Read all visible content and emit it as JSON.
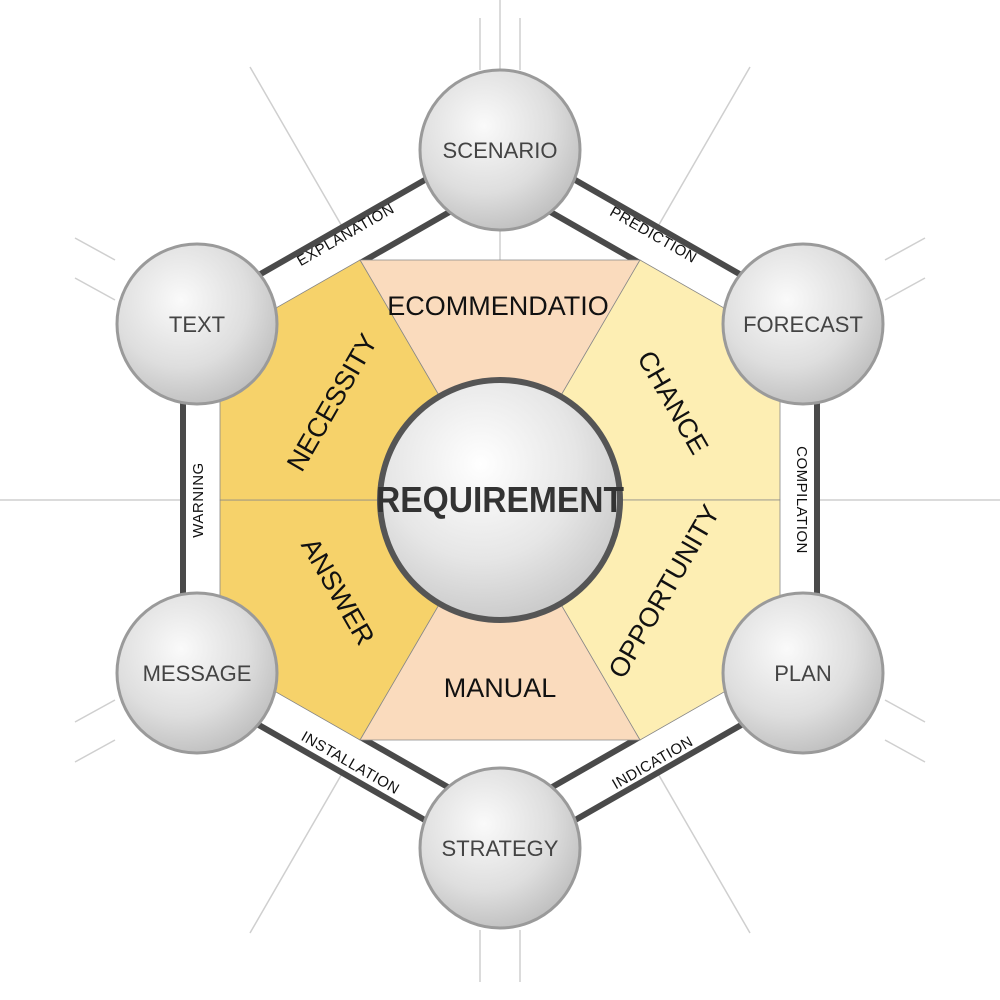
{
  "colors": {
    "sector_top_bottom": "#fadbbd",
    "sector_left": "#f6d26a",
    "sector_right": "#fdeeb3",
    "frame": "#4a4a4a",
    "node_fill": "#dcdcdc",
    "node_stroke": "#9a9a9a",
    "center_stroke": "#555555",
    "ray": "#cfcfcf"
  },
  "center": {
    "label": "REQUIREMENT"
  },
  "sectors": [
    {
      "label": "ECOMMENDATIO",
      "color": "#fadbbd"
    },
    {
      "label": "CHANCE",
      "color": "#fdeeb3"
    },
    {
      "label": "OPPORTUNITY",
      "color": "#fdeeb3"
    },
    {
      "label": "MANUAL",
      "color": "#fadbbd"
    },
    {
      "label": "ANSWER",
      "color": "#f6d26a"
    },
    {
      "label": "NECESSITY",
      "color": "#f6d26a"
    }
  ],
  "nodes": [
    {
      "label": "SCENARIO"
    },
    {
      "label": "FORECAST"
    },
    {
      "label": "PLAN"
    },
    {
      "label": "STRATEGY"
    },
    {
      "label": "MESSAGE"
    },
    {
      "label": "TEXT"
    }
  ],
  "bands": [
    {
      "label": "PREDICTION"
    },
    {
      "label": "COMPILATION"
    },
    {
      "label": "INDICATION"
    },
    {
      "label": "INSTALLATION"
    },
    {
      "label": "WARNING"
    },
    {
      "label": "EXPLANATION"
    }
  ]
}
